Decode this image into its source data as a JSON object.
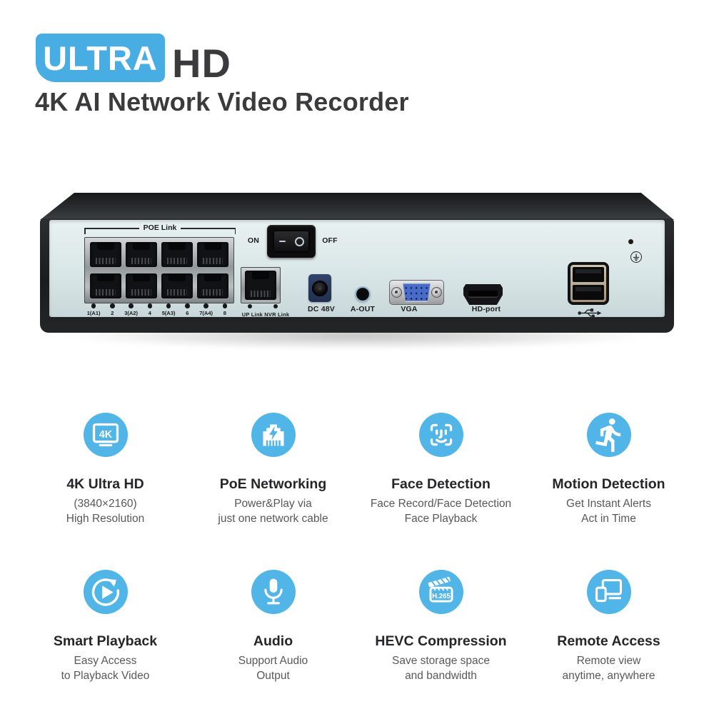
{
  "header": {
    "badge_text": "ULTRA",
    "badge_suffix": "HD",
    "subtitle": "4K AI Network Video Recorder"
  },
  "device": {
    "poe_group_label": "POE Link",
    "port_leds": [
      "1(A1)",
      "2",
      "3(A2)",
      "4",
      "5(A3)",
      "6",
      "7(A4)",
      "8"
    ],
    "switch_on": "ON",
    "switch_off": "OFF",
    "uplink_leds_label": "UP Link NVR Link",
    "power_label": "DC 48V",
    "audio_out_label": "A-OUT",
    "vga_label": "VGA",
    "hdmi_label": "HD-port"
  },
  "features": [
    {
      "title": "4K Ultra HD",
      "line1": "(3840×2160)",
      "line2": "High Resolution",
      "icon": "4k-monitor-icon",
      "icon_text": "4K"
    },
    {
      "title": "PoE Networking",
      "line1": "Power&Play via",
      "line2": "just one network cable",
      "icon": "rj45-lightning-icon"
    },
    {
      "title": "Face Detection",
      "line1": "Face Record/Face Detection",
      "line2": "Face Playback",
      "icon": "face-id-icon"
    },
    {
      "title": "Motion Detection",
      "line1": "Get Instant Alerts",
      "line2": "Act in Time",
      "icon": "running-person-icon"
    },
    {
      "title": "Smart Playback",
      "line1": "Easy Access",
      "line2": "to Playback Video",
      "icon": "replay-icon"
    },
    {
      "title": "Audio",
      "line1": "Support Audio",
      "line2": "Output",
      "icon": "microphone-icon"
    },
    {
      "title": "HEVC Compression",
      "line1": "Save storage space",
      "line2": "and bandwidth",
      "icon": "clapperboard-icon",
      "icon_text": "H.265"
    },
    {
      "title": "Remote Access",
      "line1": "Remote view",
      "line2": "anytime, anywhere",
      "icon": "devices-icon"
    }
  ],
  "colors": {
    "brand_blue": "#47ade2",
    "icon_blue": "#52b5e8",
    "dark_text": "#3b3b3d",
    "desc_text": "#58585a",
    "panel_face": "#dce8e9"
  }
}
